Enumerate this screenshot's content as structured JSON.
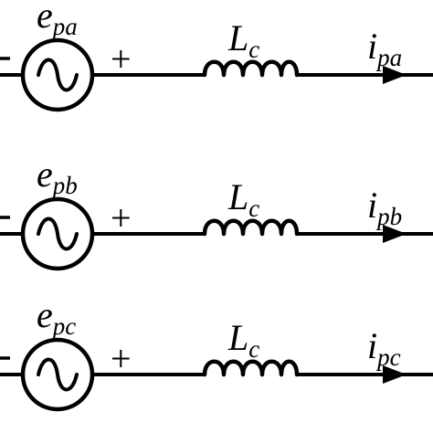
{
  "phases": [
    {
      "source": {
        "symbol": "e",
        "subscript": "pa",
        "minus": "-",
        "plus": "+"
      },
      "inductor": {
        "symbol": "L",
        "subscript": "c"
      },
      "current": {
        "symbol": "i",
        "subscript": "pa"
      }
    },
    {
      "source": {
        "symbol": "e",
        "subscript": "pb",
        "minus": "-",
        "plus": "+"
      },
      "inductor": {
        "symbol": "L",
        "subscript": "c"
      },
      "current": {
        "symbol": "i",
        "subscript": "pb"
      }
    },
    {
      "source": {
        "symbol": "e",
        "subscript": "pc",
        "minus": "-",
        "plus": "+"
      },
      "inductor": {
        "symbol": "L",
        "subscript": "c"
      },
      "current": {
        "symbol": "i",
        "subscript": "pc"
      }
    }
  ],
  "colors": {
    "stroke": "#000000",
    "background": "#ffffff"
  }
}
